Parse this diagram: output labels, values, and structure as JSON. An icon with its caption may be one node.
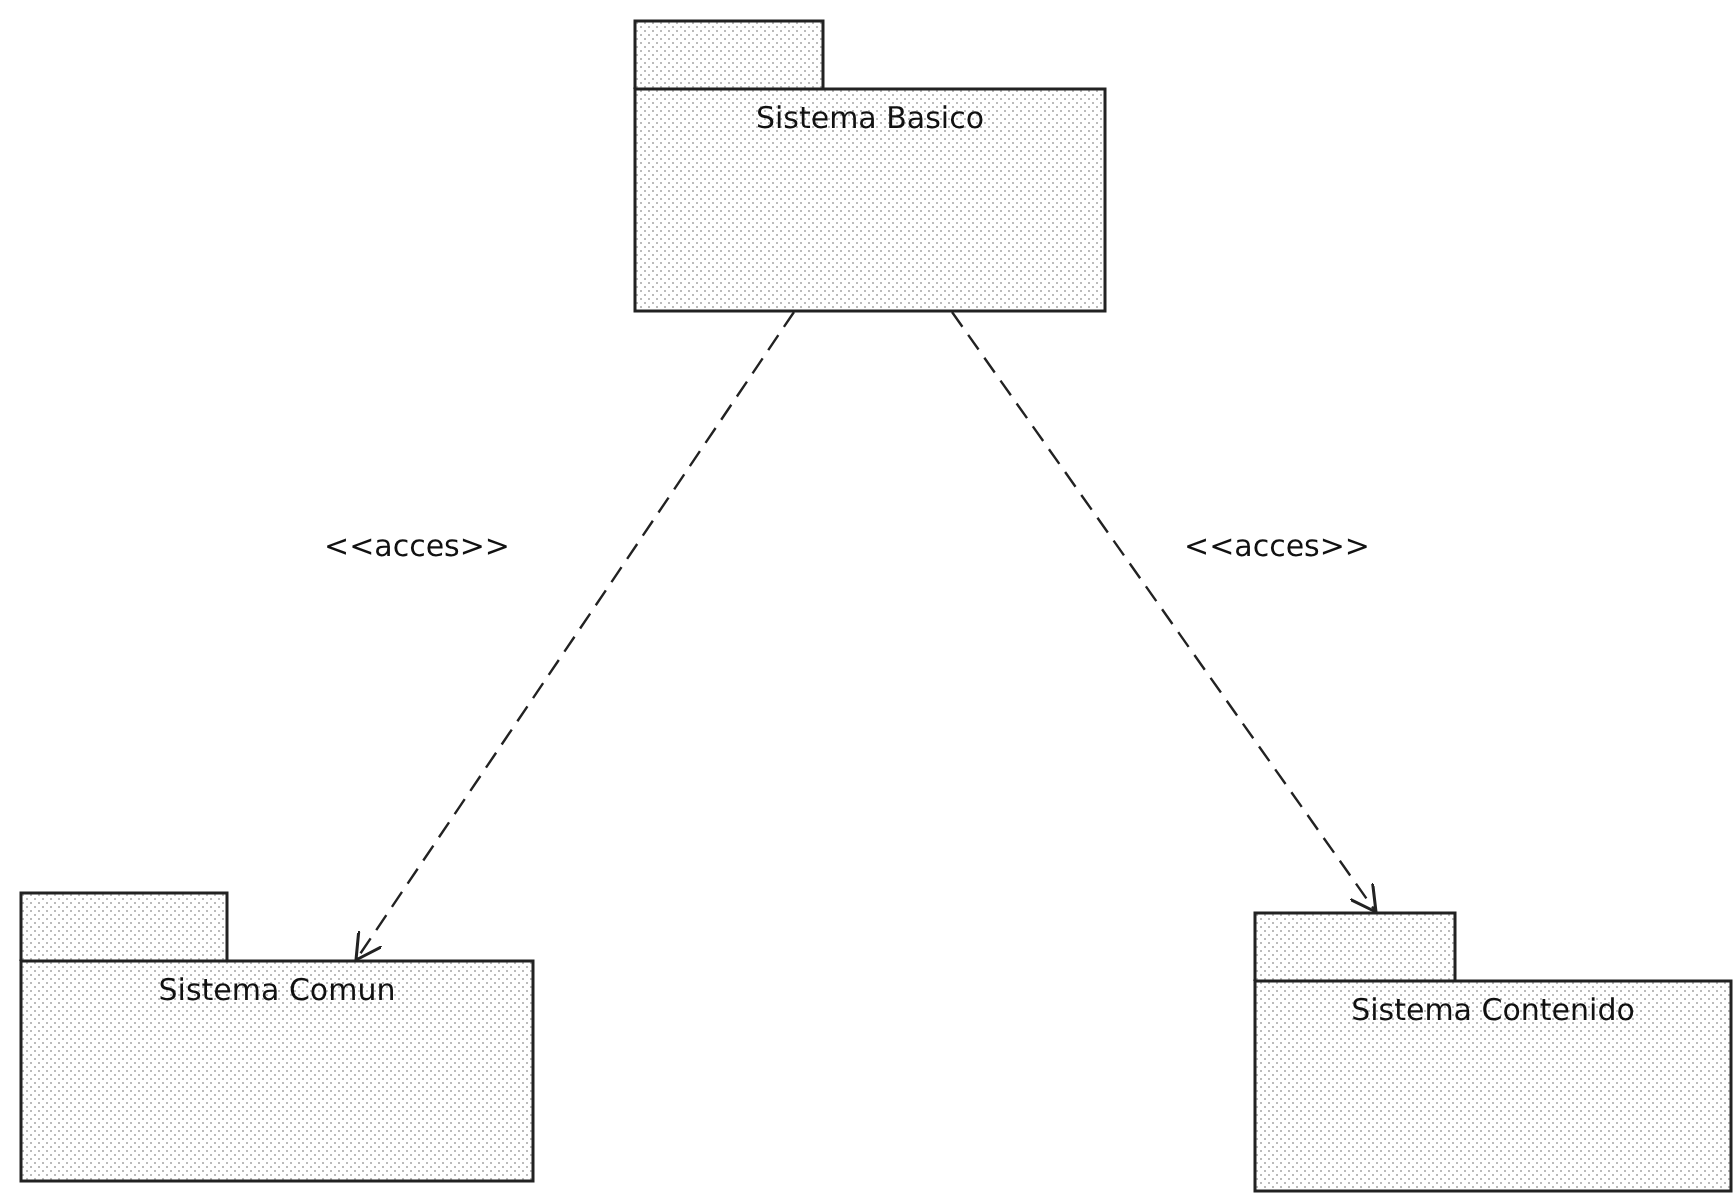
{
  "diagram": {
    "nodes": [
      {
        "text": [
          "Sistema Basico"
        ]
      },
      {
        "text": [
          "Sistema Comun"
        ]
      },
      {
        "text": [
          "Sistema Contenido"
        ]
      }
    ],
    "edges": [
      {
        "from": 0,
        "to": 1,
        "arrow": "to",
        "style": "dashed",
        "label": "<<acces>>"
      },
      {
        "from": 0,
        "to": 2,
        "arrow": "to",
        "style": "dashed",
        "label": "<<acces>>"
      }
    ]
  }
}
